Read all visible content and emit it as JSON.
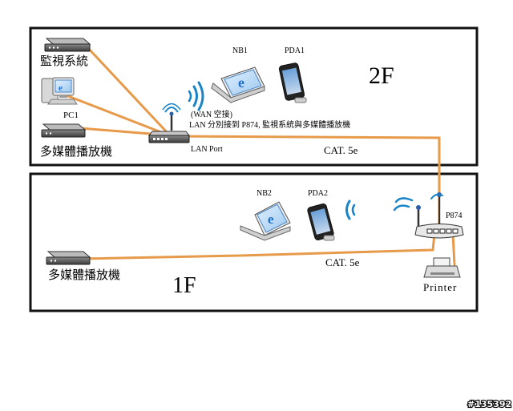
{
  "floors": {
    "f2": {
      "label": "2F",
      "cable_label": "CAT. 5e",
      "devices": {
        "surveillance": "監視系統",
        "pc": "PC1",
        "media_player": "多媒體播放機",
        "notebook": "NB1",
        "pda": "PDA1"
      },
      "router_notes": {
        "wan": "(WAN 空接)",
        "lan": "LAN 分別接到 P874, 監視系統與多媒體播放機",
        "port": "LAN Port"
      }
    },
    "f1": {
      "label": "1F",
      "cable_label": "CAT. 5e",
      "devices": {
        "media_player": "多媒體播放機",
        "notebook": "NB2",
        "pda": "PDA2",
        "access_point": "P874",
        "printer": "Printer"
      }
    }
  },
  "watermark": "#135392",
  "colors": {
    "cable": "#e69a4a",
    "frame": "#111111",
    "device": "#555555",
    "wifi": "#1a84c8",
    "ie_blue": "#1e6fc9"
  }
}
